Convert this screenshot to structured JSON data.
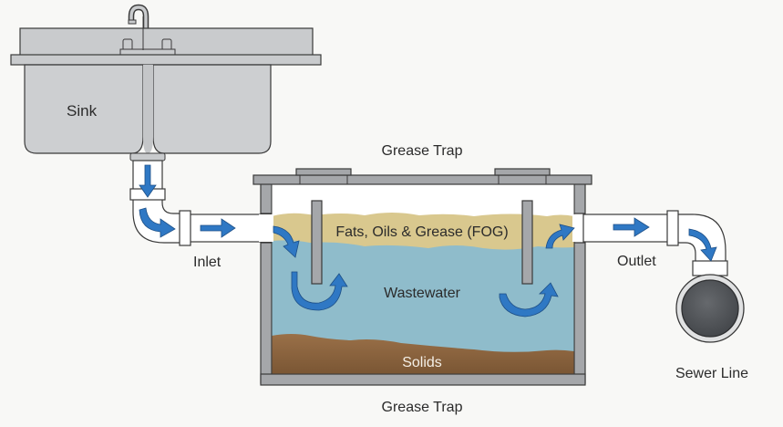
{
  "title": "Grease Trap",
  "labels": {
    "sink": "Sink",
    "grease_trap_top": "Grease Trap",
    "grease_trap_bottom": "Grease Trap",
    "inlet": "Inlet",
    "outlet": "Outlet",
    "fog": "Fats, Oils & Grease (FOG)",
    "wastewater": "Wastewater",
    "solids": "Solids",
    "sewer_line": "Sewer Line"
  },
  "colors": {
    "background": "#f8f8f6",
    "steel": "#c9cbcd",
    "tank_wall": "#a5a7aa",
    "fog_layer": "#d9c88e",
    "wastewater": "#8fbccb",
    "solids": "#8a6440",
    "flow_arrow": "#2f78c4",
    "pipe": "#ffffff",
    "sewer": "#55585c"
  }
}
